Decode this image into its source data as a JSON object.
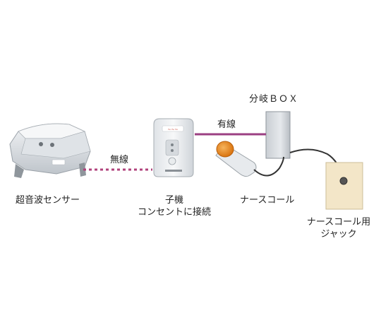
{
  "labels": {
    "sensor": "超音波センサー",
    "child_unit_line1": "子機",
    "child_unit_line2": "コンセントに接続",
    "branch_box": "分岐ＢＯＸ",
    "nurse_call": "ナースコール",
    "jack_line1": "ナースコール用",
    "jack_line2": "ジャック",
    "wireless": "無線",
    "wired": "有線"
  },
  "colors": {
    "wireless_link": "#b0427c",
    "wired_link": "#9b3f82",
    "device_body": "#e4e7ea",
    "button_orange": "#e88a1a",
    "jack_plate": "#f3e6c8",
    "cable": "#333333"
  }
}
